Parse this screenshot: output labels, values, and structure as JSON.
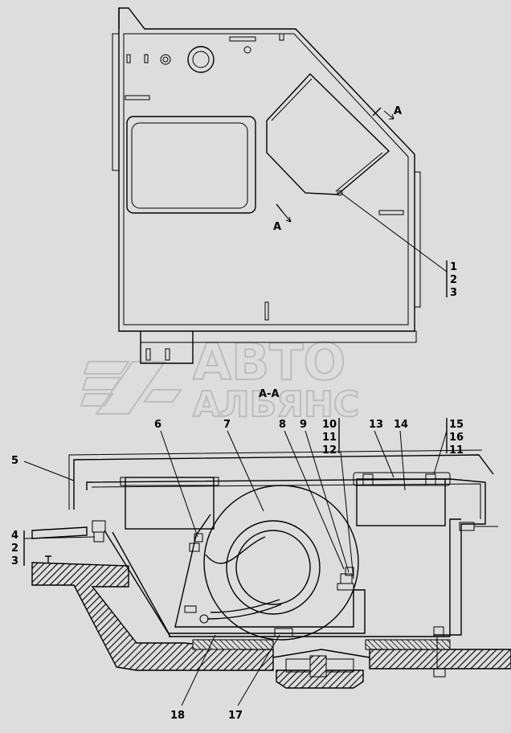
{
  "view_top": {
    "section_marker": "A"
  },
  "section_title": "А-А",
  "watermark": {
    "line1": "АВТО",
    "line2": "АЛЬЯНС"
  },
  "callouts": {
    "top_group": [
      "1",
      "2",
      "3"
    ],
    "n5": "5",
    "n6": "6",
    "n7": "7",
    "n8": "8",
    "n9": "9",
    "group_10": [
      "10",
      "11",
      "12"
    ],
    "n13": "13",
    "n14": "14",
    "group_15": [
      "15",
      "16",
      "11"
    ],
    "left_group": [
      "4",
      "2",
      "3"
    ],
    "n17": "17",
    "n18": "18"
  },
  "colors": {
    "background": "#dddddd",
    "line": "#000000",
    "watermark": "#bdbdbd",
    "hatch": "#000000"
  }
}
